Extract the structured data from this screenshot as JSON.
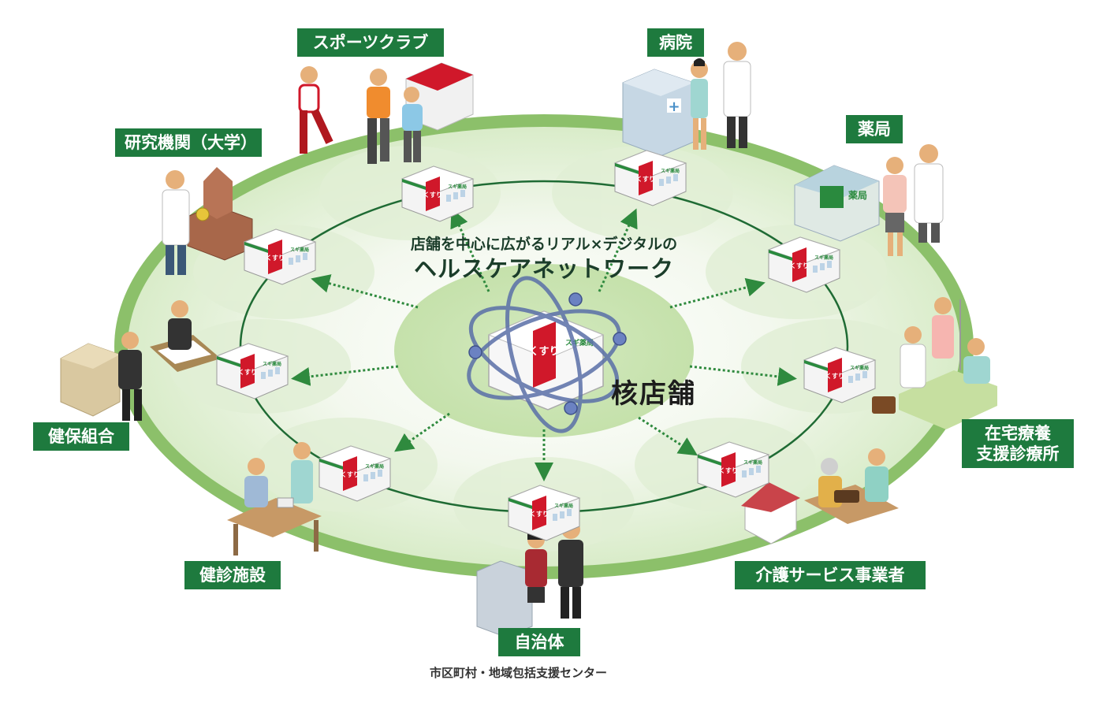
{
  "center": {
    "headline_line1": "店舗を中心に広がるリアル×デジタルの",
    "headline_line2": "ヘルスケアネットワーク",
    "core_label": "核店舗",
    "store_sign": "くすり",
    "store_brand": "スギ薬局"
  },
  "partners": {
    "sports_club": "スポーツクラブ",
    "hospital": "病院",
    "pharmacy": "薬局",
    "research": "研究機関（大学）",
    "home_care_line1": "在宅療養",
    "home_care_line2": "支援診療所",
    "insurance": "健保組合",
    "care_service": "介護サービス事業者",
    "health_check": "健診施設",
    "municipality": "自治体",
    "municipality_sub": "市区町村・地域包括支援センター"
  },
  "icons": {
    "hospital_cross": "+",
    "pharmacy_sign": "薬局"
  },
  "colors": {
    "label_bg": "#1e7a3e",
    "ring": "#8cc06a",
    "inner_line": "#1f6b34",
    "store_red": "#d0182a",
    "store_green": "#2a8a3e"
  }
}
